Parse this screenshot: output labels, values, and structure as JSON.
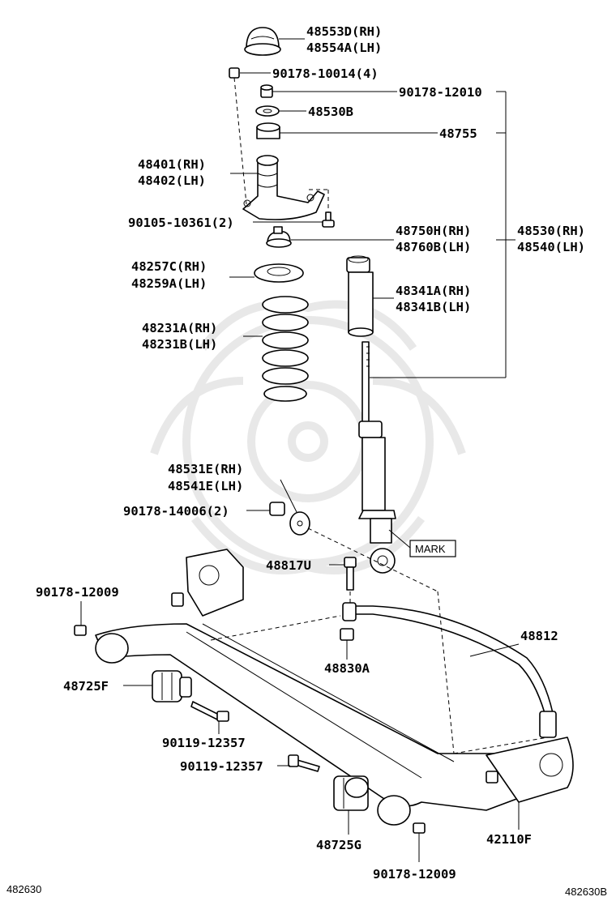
{
  "labels": {
    "l48553d": "48553D(RH)",
    "l48554a": "48554A(LH)",
    "l90178_10014": "90178-10014(4)",
    "l90178_12010": "90178-12010",
    "l48530b": "48530B",
    "l48755": "48755",
    "l48401": "48401(RH)",
    "l48402": "48402(LH)",
    "l90105_10361": "90105-10361(2)",
    "l48750h": "48750H(RH)",
    "l48760b": "48760B(LH)",
    "l48530rh": "48530(RH)",
    "l48540lh": "48540(LH)",
    "l48257c": "48257C(RH)",
    "l48259a": "48259A(LH)",
    "l48341a": "48341A(RH)",
    "l48341b": "48341B(LH)",
    "l48231a": "48231A(RH)",
    "l48231b": "48231B(LH)",
    "l48531e": "48531E(RH)",
    "l48541e": "48541E(LH)",
    "l90178_14006": "90178-14006(2)",
    "mark": "MARK",
    "l48817u": "48817U",
    "l90178_12009a": "90178-12009",
    "l48812": "48812",
    "l48830a": "48830A",
    "l48725f": "48725F",
    "l90119_12357a": "90119-12357",
    "l90119_12357b": "90119-12357",
    "l48725g": "48725G",
    "l42110f": "42110F",
    "l90178_12009b": "90178-12009",
    "ref_left": "482630",
    "ref_right": "482630B"
  }
}
